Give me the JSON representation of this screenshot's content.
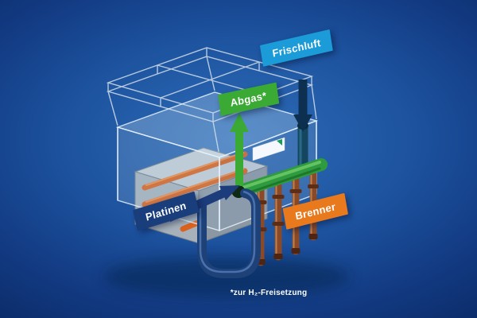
{
  "diagram": {
    "labels": {
      "frischluft": {
        "text": "Frischluft",
        "color": "#1b9bd7"
      },
      "abgas": {
        "text": "Abgas*",
        "color": "#3aaa35"
      },
      "platinen": {
        "text": "Platinen",
        "color": "#1a3e7c"
      },
      "brenner": {
        "text": "Brenner",
        "color": "#e8791d"
      }
    },
    "footnote": "*zur H₂-Freisetzung",
    "colors": {
      "background_center": "#2e6db8",
      "background_edge": "#092254",
      "pipe_green": "#2e9c3e",
      "pipe_copper": "#8a4a28",
      "pipe_blue": "#1e4178",
      "heating_tubes_orange": "#d9621e",
      "arrow_green": "#3aaa35",
      "arrow_navy": "#0e3050",
      "structure_wireframe": "#c9d6e4"
    },
    "icons": {
      "frischluft_arrow": "arrow-down",
      "abgas_arrow": "arrow-up",
      "platinen_arrow": "arrow-up-right"
    }
  }
}
